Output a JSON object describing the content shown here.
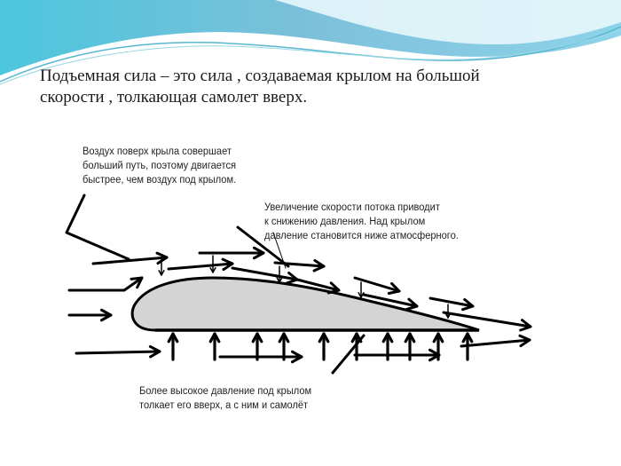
{
  "slide": {
    "title_line1": "Подъемная сила – это сила , создаваемая крылом на большой",
    "title_line2": "скорости , толкающая самолет вверх."
  },
  "diagram": {
    "label_top_left": [
      "Воздух поверх крыла совершает",
      "больший путь, поэтому двигается",
      "быстрее, чем воздух под крылом."
    ],
    "label_top_right": [
      "Увеличение скорости потока приводит",
      "к снижению давления. Над крылом",
      "давление становится ниже атмосферного."
    ],
    "label_bottom": [
      "Более высокое давление под крылом",
      "толкает его вверх, а с ним и самолёт"
    ]
  },
  "colors": {
    "wing_fill": "#d4d4d4",
    "stroke": "#000000",
    "wave_dark": "#5fb8d8",
    "wave_light": "#a8e2ee"
  }
}
